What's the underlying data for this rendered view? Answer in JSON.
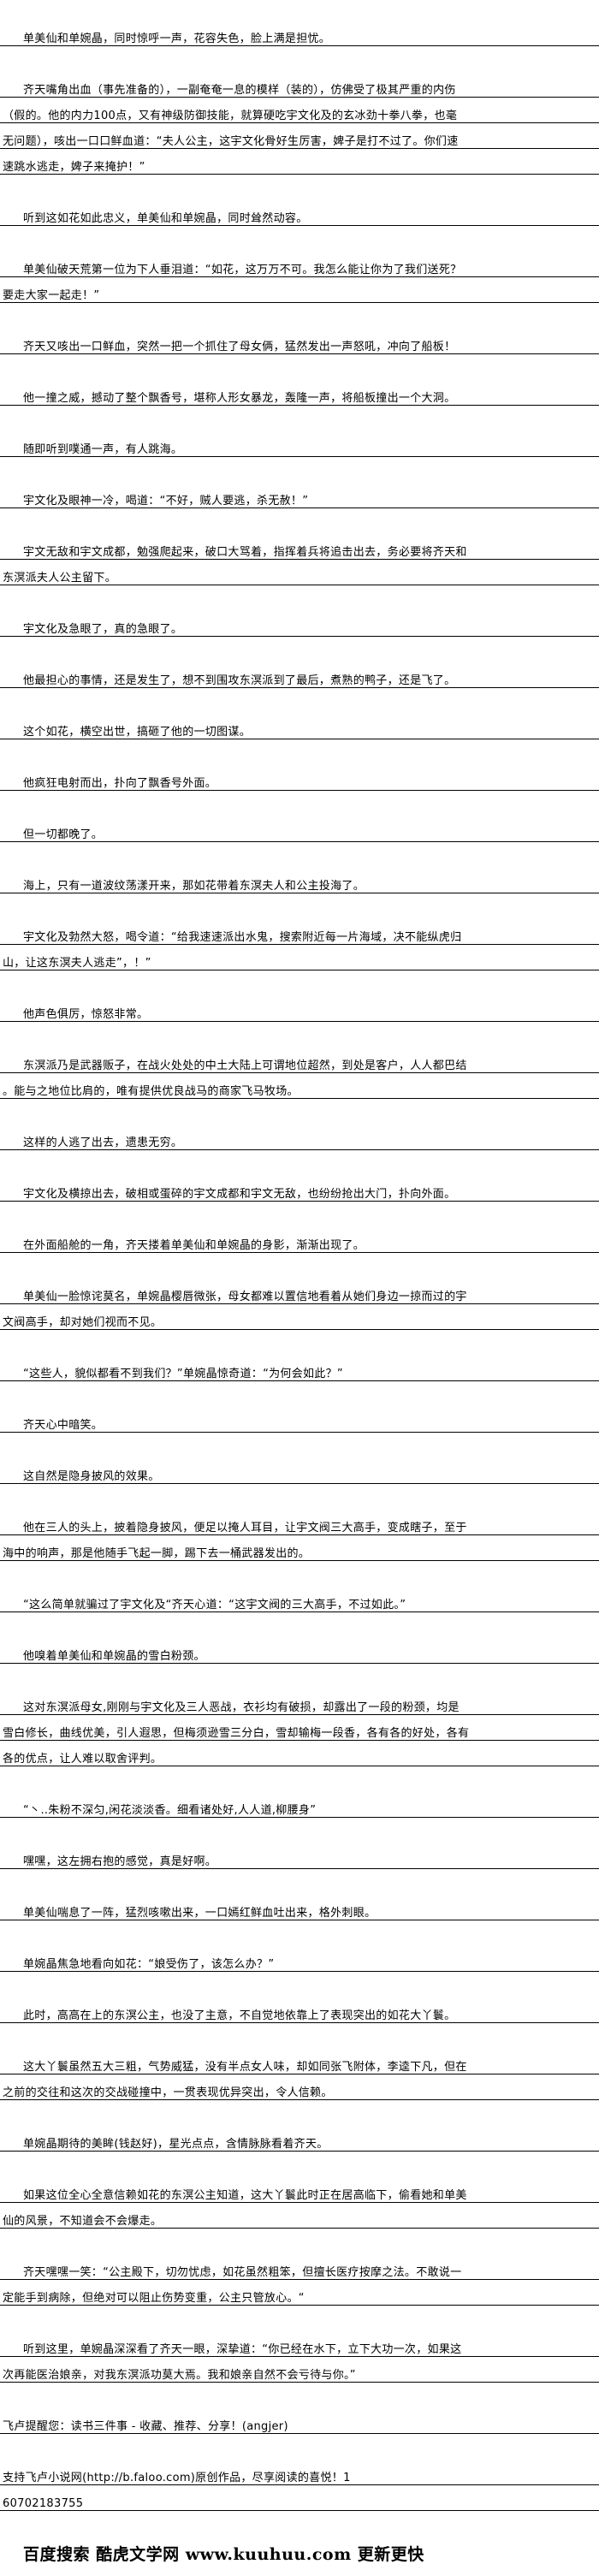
{
  "paragraphs": [
    {
      "lines": [
        "单美仙和单婉晶，同时惊呼一声，花容失色，脸上满是担忧。"
      ]
    },
    {
      "lines": [
        "齐天嘴角出血（事先准备的），一副奄奄一息的模样（装的），仿佛受了极其严重的内伤",
        "（假的。他的内力100点，又有神级防御技能，就算硬吃宇文化及的玄冰劲十拳八拳，也毫",
        "无问题），咳出一口口鲜血道：“夫人公主，这宇文化骨好生厉害，婢子是打不过了。你们速",
        "速跳水逃走，婢子来掩护！”"
      ]
    },
    {
      "lines": [
        "听到这如花如此忠义，单美仙和单婉晶，同时耸然动容。"
      ]
    },
    {
      "lines": [
        "单美仙破天荒第一位为下人垂泪道：“如花，这万万不可。我怎么能让你为了我们送死？",
        "要走大家一起走！”"
      ]
    },
    {
      "lines": [
        "齐天又咳出一口鲜血，突然一把一个抓住了母女俩，猛然发出一声怒吼，冲向了船板！"
      ]
    },
    {
      "lines": [
        "他一撞之威，撼动了整个飘香号，堪称人形女暴龙，轰隆一声，将船板撞出一个大洞。"
      ]
    },
    {
      "lines": [
        "随即听到噗通一声，有人跳海。"
      ]
    },
    {
      "lines": [
        "宇文化及眼神一冷，喝道：“不好，贼人要逃，杀无赦！”"
      ]
    },
    {
      "lines": [
        "宇文无敌和宇文成都，勉强爬起来，破口大骂着，指挥着兵将追击出去，务必要将齐天和",
        "东溟派夫人公主留下。"
      ]
    },
    {
      "lines": [
        "宇文化及急眼了，真的急眼了。"
      ]
    },
    {
      "lines": [
        "他最担心的事情，还是发生了，想不到围攻东溟派到了最后，煮熟的鸭子，还是飞了。"
      ]
    },
    {
      "lines": [
        "这个如花，横空出世，搞砸了他的一切图谋。"
      ]
    },
    {
      "lines": [
        "他疯狂电射而出，扑向了飘香号外面。"
      ]
    },
    {
      "lines": [
        "但一切都晚了。"
      ]
    },
    {
      "lines": [
        "海上，只有一道波纹荡漾开来，那如花带着东溟夫人和公主投海了。"
      ]
    },
    {
      "lines": [
        "宇文化及勃然大怒，喝令道：“给我速速派出水鬼，搜索附近每一片海域，决不能纵虎归",
        "山，让这东溟夫人逃走”，！”"
      ]
    },
    {
      "lines": [
        "他声色俱厉，惊怒非常。"
      ]
    },
    {
      "lines": [
        "东溟派乃是武器贩子，在战火处处的中土大陆上可谓地位超然，到处是客户，人人都巴结",
        "。能与之地位比肩的，唯有提供优良战马的商家飞马牧场。"
      ]
    },
    {
      "lines": [
        "这样的人逃了出去，遗患无穷。"
      ]
    },
    {
      "lines": [
        "宇文化及横掠出去，破相或蛋碎的宇文成都和宇文无敌，也纷纷抢出大门，扑向外面。"
      ]
    },
    {
      "lines": [
        "在外面船舱的一角，齐天搂着单美仙和单婉晶的身影，渐渐出现了。"
      ]
    },
    {
      "lines": [
        "单美仙一脸惊诧莫名，单婉晶樱唇微张，母女都难以置信地看着从她们身边一掠而过的宇",
        "文阀高手，却对她们视而不见。"
      ]
    },
    {
      "lines": [
        "“这些人，貌似都看不到我们？”单婉晶惊奇道：“为何会如此？”"
      ]
    },
    {
      "lines": [
        "齐天心中暗笑。"
      ]
    },
    {
      "lines": [
        "这自然是隐身披风的效果。"
      ]
    },
    {
      "lines": [
        "他在三人的头上，披着隐身披风，便足以掩人耳目，让宇文阀三大高手，变成瞎子，至于",
        "海中的响声，那是他随手飞起一脚，踢下去一桶武器发出的。"
      ]
    },
    {
      "lines": [
        "“这么简单就骗过了宇文化及“齐天心道：“这宇文阀的三大高手，不过如此。”"
      ]
    },
    {
      "lines": [
        "他嗅着单美仙和单婉晶的雪白粉颈。"
      ]
    },
    {
      "lines": [
        "这对东溟派母女,刚刚与宇文化及三人恶战，衣衫均有破损，却露出了一段的粉颈，均是",
        "雪白修长，曲线优美，引人遐思，但梅须逊雪三分白，雪却输梅一段香，各有各的好处，各有",
        "各的优点，让人难以取舍评判。"
      ]
    },
    {
      "lines": [
        "“丶‥朱粉不深匀,闲花淡淡香。细看诸处好,人人道,柳腰身”"
      ]
    },
    {
      "lines": [
        "嘿嘿，这左拥右抱的感觉，真是好啊。"
      ]
    },
    {
      "lines": [
        "单美仙喘息了一阵，猛烈咳嗽出来，一口嫣红鲜血吐出来，格外刺眼。"
      ]
    },
    {
      "lines": [
        "单婉晶焦急地看向如花：“娘受伤了，该怎么办？”"
      ]
    },
    {
      "lines": [
        "此时，高高在上的东溟公主，也没了主意，不自觉地依靠上了表现突出的如花大丫鬟。"
      ]
    },
    {
      "lines": [
        "这大丫鬟虽然五大三粗，气势威猛，没有半点女人味，却如同张飞附体，李逵下凡，但在",
        "之前的交往和这次的交战碰撞中，一贯表现优异突出，令人信赖。"
      ]
    },
    {
      "lines": [
        "单婉晶期待的美眸(钱赵好)，星光点点，含情脉脉看着齐天。"
      ]
    },
    {
      "lines": [
        "如果这位全心全意信赖如花的东溟公主知道，这大丫鬟此时正在居高临下，偷看她和单美",
        "仙的风景，不知道会不会爆走。"
      ]
    },
    {
      "lines": [
        "齐天嘿嘿一笑：“公主殿下，切勿忧虑，如花虽然粗笨，但擅长医疗按摩之法。不敢说一",
        "定能手到病除，但绝对可以阻止伤势变重，公主只管放心。“"
      ]
    },
    {
      "lines": [
        "听到这里，单婉晶深深看了齐天一眼，深挚道：“你已经在水下，立下大功一次，如果这",
        "次再能医治娘亲，对我东溟派功莫大焉。我和娘亲自然不会亏待与你。”"
      ]
    }
  ],
  "footer": {
    "reminder": "飞卢提醒您：读书三件事 - 收藏、推荐、分享！(angjer)",
    "support_lines": [
      "支持飞卢小说网(http://b.faloo.com)原创作品，尽享阅读的喜悦！1",
      "60702183755"
    ]
  },
  "banner": "百度搜索 酷虎文学网 www.kuuhuu.com 更新更快"
}
